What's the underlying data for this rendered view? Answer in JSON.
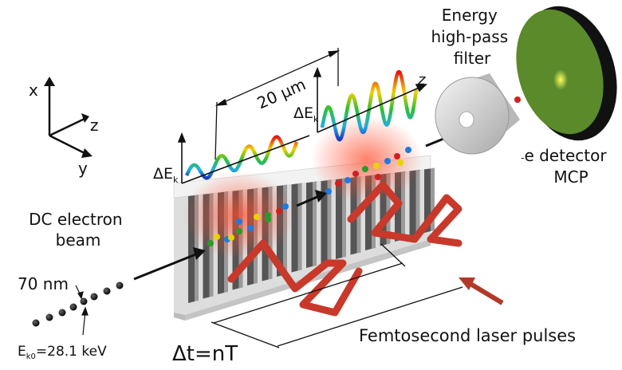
{
  "axes": {
    "x": "x",
    "y": "y",
    "z": "z"
  },
  "labels": {
    "source": "DC electron\nbeam",
    "spacing": "70 nm",
    "energy_sub": "k0",
    "energy_value": "=28.1 keV",
    "energy_prefix": "E",
    "period": "20 μm",
    "z_axis": "z",
    "delta_e": "ΔE",
    "delta_e_sub": "k",
    "filter": "Energy\nhigh-pass\nfilter",
    "detector_sup": "-",
    "detector": "e detector\nMCP",
    "laser": "Femtosecond laser pulses",
    "delay": "Δt=nT"
  },
  "colors": {
    "laser": "#c8392b",
    "grating_face": "#e4e4e4",
    "grating_top": "#f0f0f0",
    "detector_face": "#5a8a2a",
    "detector_rim": "#111111",
    "filter": "#cfcfcf"
  },
  "electron_colors": [
    "#2a9a2a",
    "#e8d400",
    "#1e7be0",
    "#d02020",
    "#f0a000"
  ]
}
